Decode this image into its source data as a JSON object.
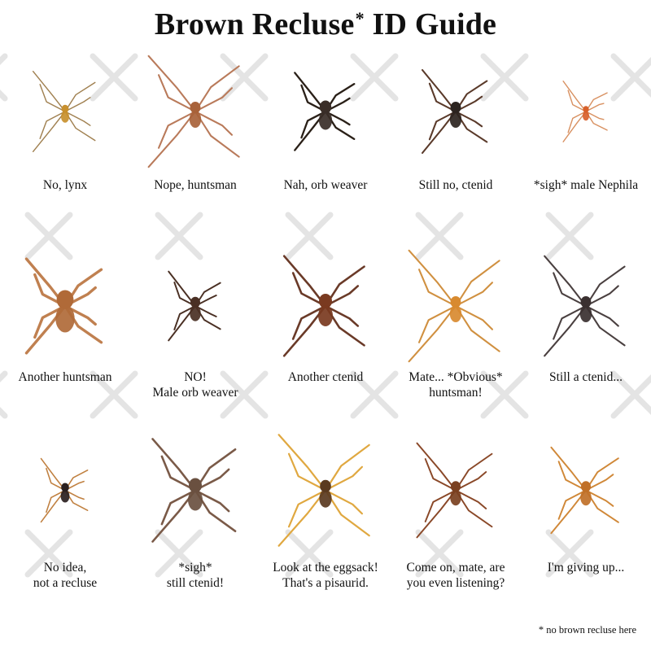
{
  "title": {
    "main": "Brown Recluse",
    "asterisk": "*",
    "rest": " ID Guide"
  },
  "footnote": "* no brown recluse here",
  "spiders": [
    {
      "icon": "lynx-spider-icon",
      "caption": [
        "No, lynx"
      ],
      "body": "#c8902e",
      "legs": "#a08050"
    },
    {
      "icon": "huntsman-spider-icon",
      "caption": [
        "Nope, huntsman"
      ],
      "body": "#a8623a",
      "legs": "#b97a5a"
    },
    {
      "icon": "orb-weaver-spider-icon",
      "caption": [
        "Nah, orb weaver"
      ],
      "body": "#3a2e28",
      "legs": "#2a2018"
    },
    {
      "icon": "ctenid-spider-icon",
      "caption": [
        "Still no, ctenid"
      ],
      "body": "#2c2420",
      "legs": "#5a3a2a"
    },
    {
      "icon": "male-nephila-spider-icon",
      "caption": [
        "*sigh* male Nephila"
      ],
      "body": "#d8602a",
      "legs": "#d89060"
    },
    {
      "icon": "huntsman-spider-icon",
      "caption": [
        "Another huntsman"
      ],
      "body": "#b06a38",
      "legs": "#c08050"
    },
    {
      "icon": "male-orb-weaver-spider-icon",
      "caption": [
        "NO!",
        "Male orb weaver"
      ],
      "body": "#4a3024",
      "legs": "#4a3024"
    },
    {
      "icon": "ctenid-spider-icon",
      "caption": [
        "Another ctenid"
      ],
      "body": "#7a3a20",
      "legs": "#6a3a28"
    },
    {
      "icon": "huntsman-spider-icon",
      "caption": [
        "Mate... *Obvious*",
        "huntsman!"
      ],
      "body": "#d88a30",
      "legs": "#d09040"
    },
    {
      "icon": "ctenid-spider-icon",
      "caption": [
        "Still a ctenid..."
      ],
      "body": "#3a3030",
      "legs": "#4a4040"
    },
    {
      "icon": "unknown-spider-icon",
      "caption": [
        "No idea,",
        "not a recluse"
      ],
      "body": "#2a2020",
      "legs": "#c08040"
    },
    {
      "icon": "ctenid-spider-icon",
      "caption": [
        "*sigh*",
        "still ctenid!"
      ],
      "body": "#6a5040",
      "legs": "#7a5a48"
    },
    {
      "icon": "pisaurid-spider-icon",
      "caption": [
        "Look at the eggsack!",
        "That's a pisaurid."
      ],
      "body": "#5a3a20",
      "legs": "#e0a840"
    },
    {
      "icon": "spider-icon",
      "caption": [
        "Come on, mate, are",
        "you even listening?"
      ],
      "body": "#7a4020",
      "legs": "#8a4828"
    },
    {
      "icon": "spider-icon",
      "caption": [
        "I'm giving up..."
      ],
      "body": "#c07028",
      "legs": "#d08838"
    }
  ]
}
